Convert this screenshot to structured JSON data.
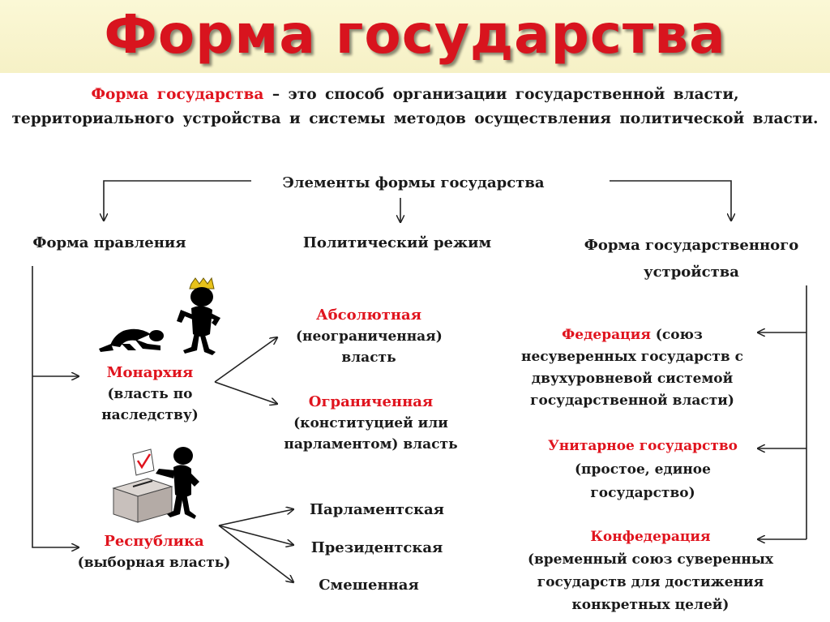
{
  "title": "Форма государства",
  "definition": {
    "term": "Форма государства",
    "text": " – это способ организации государственной власти, территориального устройства и системы методов осуществления политической власти."
  },
  "elements_header": "Элементы формы государства",
  "columns": {
    "government": "Форма правления",
    "regime": "Политический режим",
    "structure": "Форма государственного устройства"
  },
  "monarchy": {
    "name": "Монархия",
    "desc": "(власть по наследству)"
  },
  "republic": {
    "name": "Республика",
    "desc": "(выборная власть)"
  },
  "absolute": {
    "name": "Абсолютная",
    "desc": "(неограниченная) власть"
  },
  "limited": {
    "name": "Ограниченная",
    "desc": "(конституцией или парламентом) власть"
  },
  "republic_types": [
    "Парламентская",
    "Президентская",
    "Смешенная"
  ],
  "federation": {
    "name": "Федерация",
    "desc": " (союз несуверенных государств с двухуровневой системой государственной власти)"
  },
  "unitary": {
    "name": "Унитарное государство",
    "desc": " (простое, единое государство)"
  },
  "confederation": {
    "name": "Конфедерация",
    "desc": "(временный союз суверенных государств для достижения конкретных целей)"
  }
}
